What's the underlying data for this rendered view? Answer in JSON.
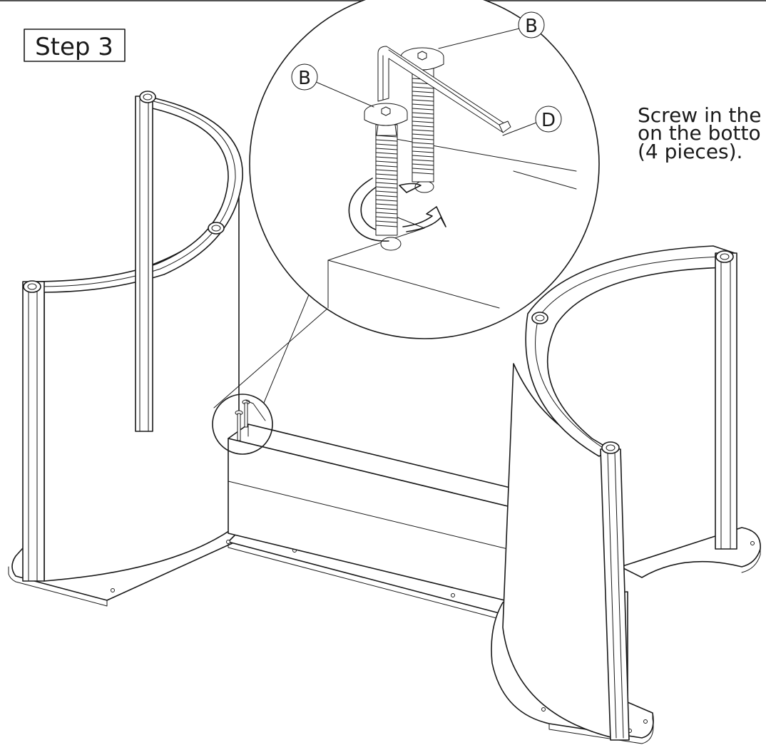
{
  "step": {
    "label": "Step 3"
  },
  "instruction": {
    "lines": [
      "Screw in the",
      "on the botto",
      "(4 pieces)."
    ]
  },
  "callouts": [
    {
      "id": "bolt-1",
      "letter": "B"
    },
    {
      "id": "bolt-2",
      "letter": "B"
    },
    {
      "id": "hex-key",
      "letter": "D"
    }
  ],
  "colors": {
    "ink": "#1a1a1a",
    "paper": "#ffffff"
  }
}
